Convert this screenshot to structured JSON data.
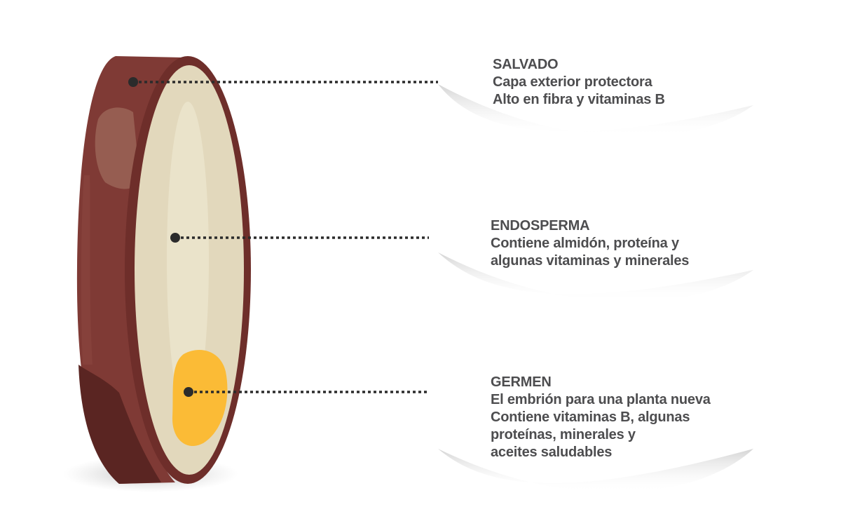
{
  "colors": {
    "bran_outer": "#6e2e2a",
    "bran_side": "#7f3a35",
    "bran_patch": "#9a6456",
    "bran_dark": "#5a2522",
    "endosperm": "#e2d8bc",
    "endosperm_highlight": "#eae3ca",
    "germ": "#fbbb36",
    "text": "#4d4d4f",
    "leader": "#2b2b2b"
  },
  "labels": [
    {
      "title": "SALVADO",
      "lines": [
        "Capa exterior protectora",
        "Alto en fibra y vitaminas B"
      ]
    },
    {
      "title": "ENDOSPERMA",
      "lines": [
        "Contiene almidón, proteína y",
        "algunas vitaminas y minerales"
      ]
    },
    {
      "title": "GERMEN",
      "lines": [
        "El embrión para una planta nueva",
        "Contiene vitaminas B, algunas",
        "proteínas, minerales y",
        "aceites saludables"
      ]
    }
  ]
}
